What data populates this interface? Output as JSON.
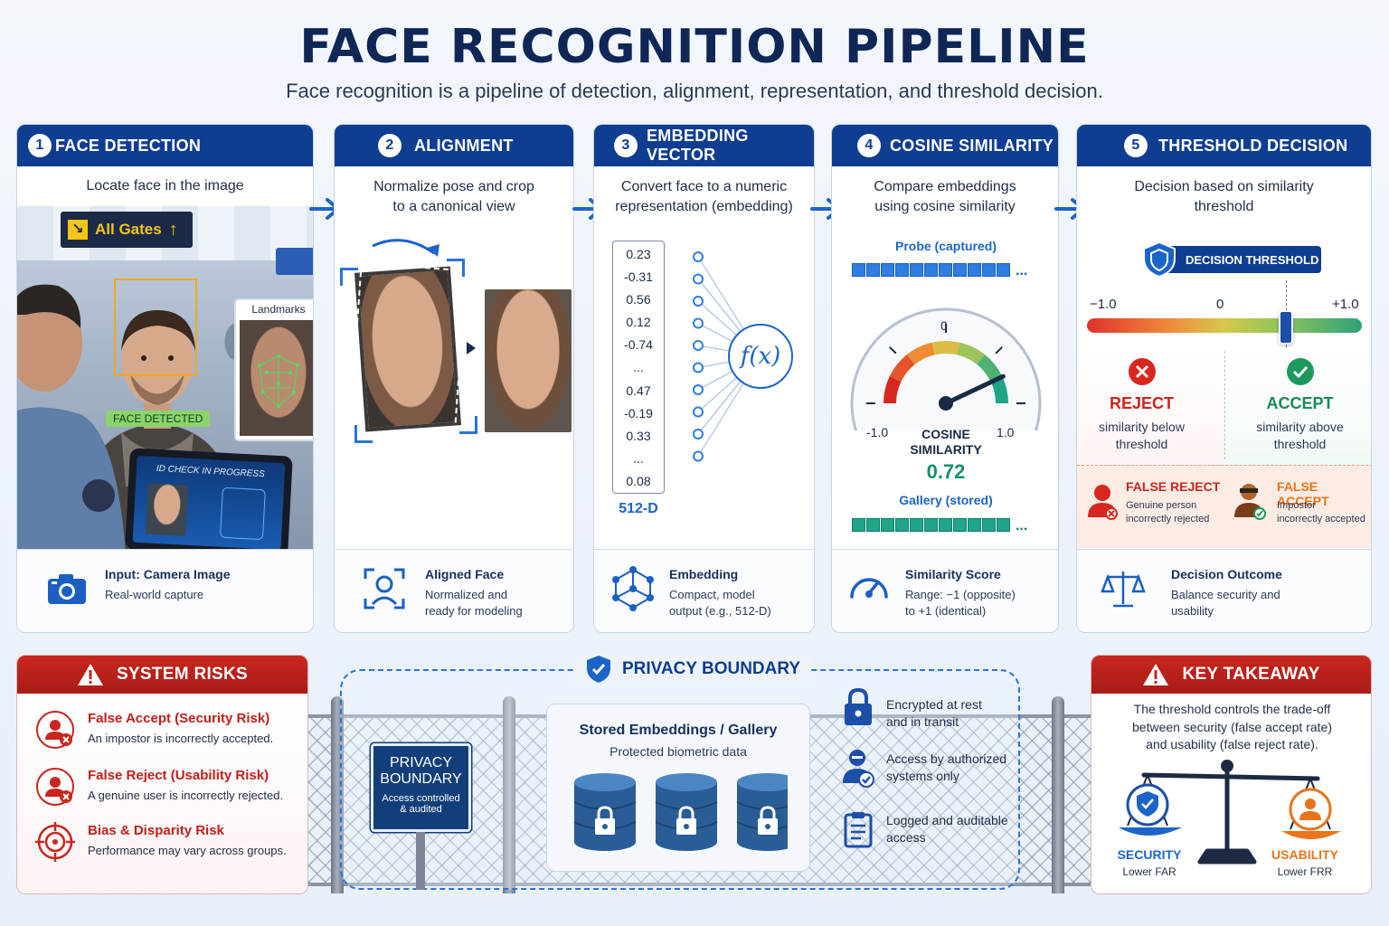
{
  "header": {
    "title": "FACE RECOGNITION PIPELINE",
    "subtitle": "Face recognition is a pipeline of detection, alignment, representation, and threshold decision."
  },
  "steps": [
    {
      "num": "1",
      "title": "FACE DETECTION",
      "desc": "Locate face in the image",
      "scene": {
        "sign": "All Gates",
        "face_tag": "FACE DETECTED",
        "landmarks": "Landmarks",
        "tablet": "ID CHECK IN PROGRESS"
      },
      "foot_title": "Input: Camera Image",
      "foot_text": "Real-world capture"
    },
    {
      "num": "2",
      "title": "ALIGNMENT",
      "desc1": "Normalize pose and crop",
      "desc2": "to a canonical view",
      "foot_title": "Aligned Face",
      "foot_text1": "Normalized and",
      "foot_text2": "ready for modeling"
    },
    {
      "num": "3",
      "title": "EMBEDDING VECTOR",
      "desc1": "Convert face to a numeric",
      "desc2": "representation (embedding)",
      "vector": [
        "0.23",
        "-0.31",
        "0.56",
        "0.12",
        "-0.74",
        "...",
        "0.47",
        "-0.19",
        "0.33",
        "...",
        "0.08"
      ],
      "dim": "512-D",
      "func": "f(x)",
      "foot_title": "Embedding",
      "foot_text1": "Compact, model",
      "foot_text2": "output (e.g., 512-D)"
    },
    {
      "num": "4",
      "title": "COSINE SIMILARITY",
      "desc1": "Compare embeddings",
      "desc2": "using cosine similarity",
      "probe": "Probe (captured)",
      "gallery": "Gallery (stored)",
      "ellipsis": "...",
      "gauge": {
        "min": -1.0,
        "max": 1.0,
        "value": 0.72,
        "min_label": "-1.0",
        "max_label": "1.0",
        "zero_label": "0",
        "label1": "COSINE",
        "label2": "SIMILARITY",
        "value_label": "0.72"
      },
      "foot_title": "Similarity Score",
      "foot_text1": "Range: −1 (opposite)",
      "foot_text2": "to +1 (identical)"
    },
    {
      "num": "5",
      "title": "THRESHOLD DECISION",
      "desc1": "Decision based on similarity",
      "desc2": "threshold",
      "badge": "DECISION THRESHOLD",
      "scale": {
        "min_label": "−1.0",
        "zero_label": "0",
        "max_label": "+1.0",
        "threshold": 0.45
      },
      "reject": {
        "label": "REJECT",
        "text1": "similarity below",
        "text2": "threshold"
      },
      "accept": {
        "label": "ACCEPT",
        "text1": "similarity above",
        "text2": "threshold"
      },
      "false_reject": {
        "label": "FALSE REJECT",
        "text1": "Genuine person",
        "text2": "incorrectly rejected"
      },
      "false_accept": {
        "label": "FALSE ACCEPT",
        "text1": "Impostor",
        "text2": "incorrectly accepted"
      },
      "foot_title": "Decision Outcome",
      "foot_text1": "Balance security and",
      "foot_text2": "usability"
    }
  ],
  "risks": {
    "title": "SYSTEM RISKS",
    "items": [
      {
        "title": "False Accept (Security Risk)",
        "text": "An impostor is incorrectly accepted."
      },
      {
        "title": "False Reject (Usability Risk)",
        "text": "A genuine user is incorrectly rejected."
      },
      {
        "title": "Bias & Disparity Risk",
        "text": "Performance may vary across groups."
      }
    ]
  },
  "privacy": {
    "title": "PRIVACY BOUNDARY",
    "sign1": "PRIVACY",
    "sign2": "BOUNDARY",
    "sign3": "Access controlled",
    "sign4": "& audited",
    "store_title": "Stored Embeddings / Gallery",
    "store_sub": "Protected biometric data",
    "items": [
      {
        "text1": "Encrypted at rest",
        "text2": "and in transit"
      },
      {
        "text1": "Access by authorized",
        "text2": "systems only"
      },
      {
        "text1": "Logged and auditable",
        "text2": "access"
      }
    ]
  },
  "takeaway": {
    "title": "KEY TAKEAWAY",
    "text1": "The threshold controls the trade-off",
    "text2": "between security (false accept rate)",
    "text3": "and usability (false reject rate).",
    "left_label": "SECURITY",
    "left_sub": "Lower FAR",
    "right_label": "USABILITY",
    "right_sub": "Lower FRR"
  },
  "colors": {
    "navy": "#0f3d91",
    "red": "#c8261f",
    "accept": "#1c8a5a",
    "teal": "#1ea58a",
    "orange": "#e8741b"
  }
}
